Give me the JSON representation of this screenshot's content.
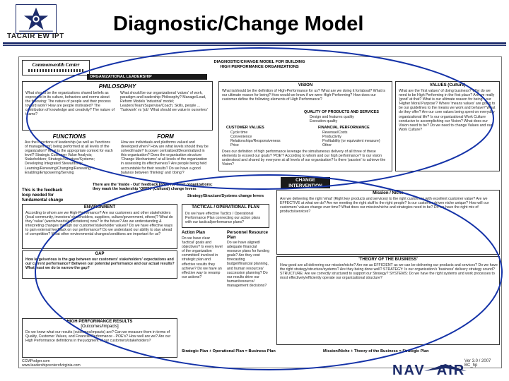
{
  "header": {
    "title": "Diagnostic/Change Model",
    "org_label": "TACAIR EW IPT"
  },
  "document": {
    "center_logo_title": "Commonwealth Center",
    "model_title_line1": "DIAGNOSTIC/CHANGE MODEL FOR BUILDING",
    "model_title_line2": "HIGH PERFORMANCE ORGANIZATIONS",
    "org_leadership": "ORGANIZATIONAL LEADERSHIP",
    "philosophy": {
      "heading": "PHILOSOPHY",
      "left_text": "What should be the organizations shared beliefs as expressed in its culture, behaviors and norms about the following: The nature of people and their process toward work? How are people motivated? The contribution of knowledge and creativity? The nature of teams?",
      "right_text": "What should be our organizational 'values' of work, paradigm and leadership Philosophy? Manage/Lead, Reform Models 'industrial' model; Leaders/Team/Supervise/Coach; Skills, people ... 'Taskwork' vs 'job' 'What should we value in ourselves'"
    },
    "functions": {
      "heading": "FUNCTIONS",
      "text": "Are the Functions of leadership (as well as 'functions of management') being performed at all levels of the organization? What is the appropriate context for each level? Strategic Customer Value Analysis; Stakeholders; Strategic/Structure/Systems; Developing Integrated Stewardship; Learning/Renewing/Changing/Renewing; Enabling/Empowering/Serving"
    },
    "form": {
      "heading": "FORM",
      "text": "How are individuals and platforms valued and developed when? How are what levels should they be solved/made? Is power centralized/Decentralized in this organization? Does the organization structure 'Change Mechanisms' at all levels of the organization in assessing its effectiveness? Are people being held accountable for their results? Do we have a good balance between 'thinking' and 'doing'?"
    },
    "vision": {
      "heading": "VISION",
      "text": "What is/should be the definition of High-Performance for us? What are we doing it for/about? What is our ultimate reason for being? How would we know if we were High-Performing? How does our customer define the following elements of High Performance?",
      "quality": "QUALITY OF PRODUCTS AND SERVICES",
      "quality_items": [
        "Design and features quality",
        "Execution quality"
      ],
      "customer_values": "CUSTOMER VALUES",
      "customer_items": [
        "Cycle time",
        "Convenience",
        "Relationships/Responsiveness",
        "Price"
      ],
      "financial": "FINANCIAL PERFORMANCE",
      "financial_items": [
        "Revenue/Costs",
        "Productivity",
        "Profitability (or equivalent measure)",
        "Other"
      ],
      "bottom_text": "Does our definition of high performance leverage the simultaneous delivery of all three of these elements to exceed our goals? 'POE'? According to whom and our high performance? Is our vision understood and shared by everyone at all levels of our organization? Is there 'passion' to achieve the Vision?"
    },
    "values": {
      "heading": "VALUES (Culture)",
      "text": "What are the 'first values' of doing business? Why do we need to be High Performing in the first place? Are we really 'good' at that? What is our ultimate reason for being - our 'Higher Moral Purpose'? Where 'means values' are going to be our guidelines to the means we work and behave? What do they offer? Are our core values being spent on everyday organizational life? Is our organizational Work Culture conducive to accomplishing our Vision? What does our Vision need to be? Do we need to change Values and our Work Culture?"
    },
    "change_intervention": "CHANGE INTERVENTION",
    "feedback": {
      "line1": "This is the feedback",
      "line2": "loop needed for",
      "line3": "fundamental change"
    },
    "loop_caption": "There are the 'Inside - Out' feedback loops for most organizations; they mask the leadership 'OPEN' (Cultural) change levers",
    "strategy_change": "Strategy/Structure/Systems change levers",
    "environment": {
      "heading": "ENVIRONMENT",
      "text": "According to whom are we High-Performance? Are our customers and other stakeholders (local community, investors/ shareholders, suppliers, culture/government, others)? What do they 'value' (wants/needs/expectations) now? In the future? Are we understanding & interpreting changes through our customer/stakeholder values? Do we have effective ways to gain external feedback on our performance? Do we understand our ability to stay ahead of competition? What other environmental changes/conditions are important for us?"
    },
    "gap": {
      "heading": "GAP",
      "text": "How large/serious is the gap between our customers' stakeholders' expectations and our current performance? Between our potential performance and our actual results? What must we do to narrow the gap?"
    },
    "results": {
      "heading": "HIGH PERFORMANCE RESULTS",
      "subheading": "[Outcomes/Impacts]",
      "text": "Do we know what our results (outcomes/impacts) are? Can we measure them in terms of Quality, Customer Values, and Financial Performance - POE's? How well are we? Are our High Performance definitions in the judgment of our customers/stakeholders?"
    },
    "url_line1": "CCMPodger.com",
    "url_line2": "www.leadershipcenterofvirginia.com",
    "tactical": {
      "heading": "TACTICAL / OPERATIONAL PLAN",
      "text": "Do we have effective Tactics / Operational Performance Plan connecting our action plans with our tactical/performance plans?"
    },
    "action_plan": {
      "heading": "Action Plan",
      "text": "Do we have clear 'tactical' goals and objectives? Is every level of the organization committed/ involved in strategic plan and effective results they achieve? Do we have an effective way to revamp our actions?"
    },
    "resource_plan": {
      "heading": "Personnel Resource Plan",
      "text": "Do we have aligned/ adequate financial resource plans for funding goals? Are they cost forecasting budget/financial planning, and human resources/ succession planning? Do our results drive our human/resource/ management decisions?"
    },
    "mission": {
      "heading": "Mission / Niche",
      "text": "Are we delivering the right 'what' (Right key products and services) to the right customers with excellent customer value? Are we EFFECTIVE at what we do? Are we meeting the right stuff to the right people? Is our customer-driven niche unique? How will our customers' values change over time? What does our mission/niche and strategies need to be? Do we have the right mix of products/services?"
    },
    "theory": {
      "heading": "'THEORY OF THE BUSINESS'",
      "text": "How good are all delivering our mission/niche? Are we as EFFICIENT as we can be delivering our products and services? Do we have the right strategy/structure/systems? Are they being done well? STRATEGY: Is our organization's 'business' delivery strategy sound? STRUCTURE: Are we correctly structured to support our Strategy? SYSTEMS: Do we have the right systems and work processes to most effectively/efficiently operate our organizational structure?"
    },
    "strategic_plan_left": "Strategic Plan + Operational Plan = Business Plan",
    "strategic_plan_right": "Mission/Niche + Theory of the Business = Strategic Plan",
    "version": "Ver 3.0 / 2007 BC_hp"
  },
  "footer": {
    "logo_left": "NAV",
    "logo_right": "AIR"
  },
  "colors": {
    "title_text": "#000000",
    "brand_navy": "#1d2c6b",
    "ellipse_blue": "#1533a8",
    "dark_box": "#1a1a1a"
  },
  "icons": {
    "org_logo": "tacair-ipt-logo",
    "navair_mark": "navair-wing-logo"
  }
}
